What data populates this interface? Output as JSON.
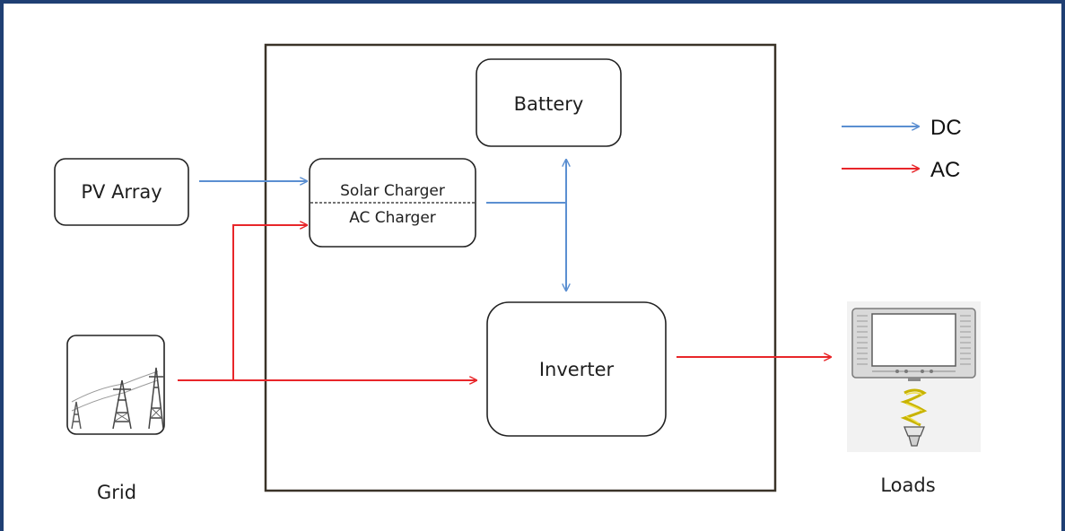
{
  "blocks": {
    "battery": "Battery",
    "pv_array": "PV Array",
    "solar_charger": "Solar Charger",
    "ac_charger": "AC Charger",
    "inverter": "Inverter",
    "grid": "Grid",
    "loads": "Loads"
  },
  "legend": {
    "dc": "DC",
    "ac": "AC"
  },
  "colors": {
    "dc_line": "#5b8fd1",
    "ac_line": "#e8262a",
    "frame": "#1f3f73"
  },
  "icons": {
    "grid": "power-transmission-tower-icon",
    "loads": "tv-and-lightbulb-icon"
  }
}
